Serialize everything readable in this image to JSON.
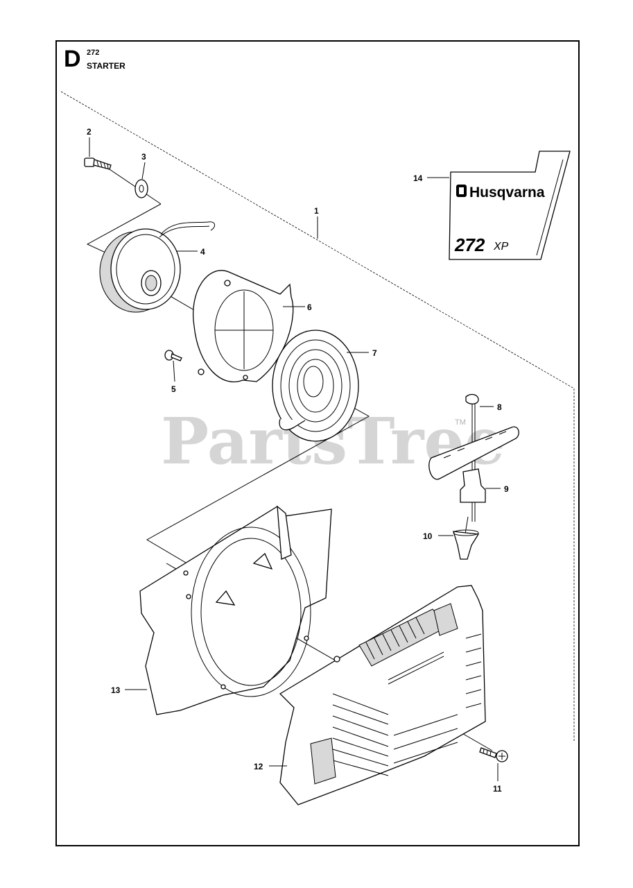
{
  "header": {
    "section_letter": "D",
    "model": "272",
    "title": "STARTER"
  },
  "decal": {
    "brand_text": "Husqvarna",
    "model_text": "272",
    "model_suffix": "XP",
    "logo_icon": "husqvarna-crown-logo-icon"
  },
  "watermark": {
    "text": "PartsTree",
    "tm": "TM"
  },
  "callouts": {
    "c1": "1",
    "c2": "2",
    "c3": "3",
    "c4": "4",
    "c5": "5",
    "c6": "6",
    "c7": "7",
    "c8": "8",
    "c9": "9",
    "c10": "10",
    "c11": "11",
    "c12": "12",
    "c13": "13",
    "c14": "14"
  }
}
